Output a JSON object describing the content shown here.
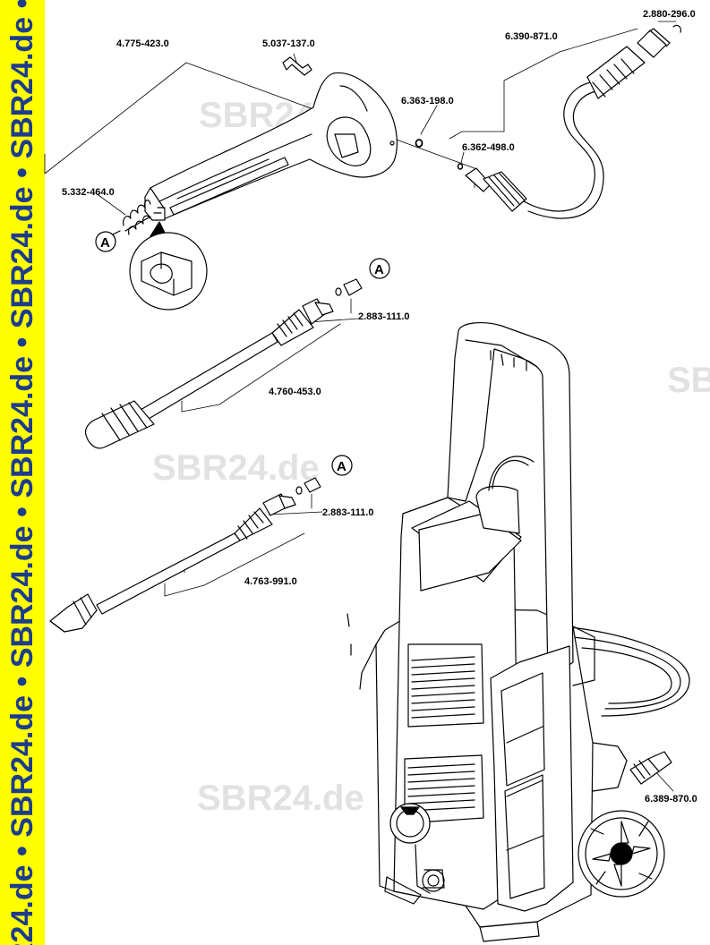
{
  "side_banner": {
    "text": "R24.de • SBR24.de • SBR24.de • SBR24.de • SBR24.de • SBR24.de • SBR2"
  },
  "watermarks": [
    "SBR24.de",
    "SBR24.de",
    "SBR24.de",
    "SB"
  ],
  "callout_marker": "A",
  "parts": {
    "p1": "4.775-423.0",
    "p2": "5.037-137.0",
    "p3": "6.363-198.0",
    "p4": "6.390-871.0",
    "p5": "2.880-296.0",
    "p6": "6.362-498.0",
    "p7": "5.332-464.0",
    "p8": "2.883-111.0",
    "p9": "4.760-453.0",
    "p10": "2.883-111.0",
    "p11": "4.763-991.0",
    "p12": "6.389-870.0"
  },
  "colors": {
    "banner_bg": "#ffff00",
    "banner_text": "#1e3c8c",
    "watermark": "#e2e2e2",
    "line": "#000000"
  }
}
